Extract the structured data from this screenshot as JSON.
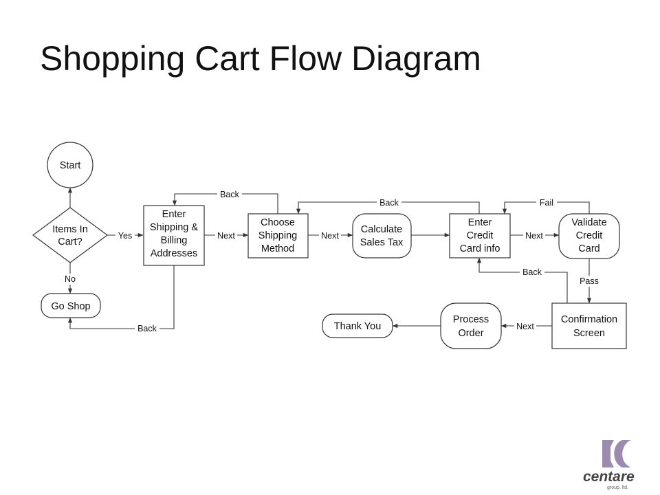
{
  "slide": {
    "title": "Shopping Cart Flow Diagram"
  },
  "diagram": {
    "nodes": {
      "start": {
        "label": "Start",
        "shape": "circle"
      },
      "items_in_cart": {
        "label": [
          "Items In",
          "Cart?"
        ],
        "shape": "diamond"
      },
      "go_shop": {
        "label": "Go Shop",
        "shape": "rounded-rectangle"
      },
      "enter_shipping": {
        "label": [
          "Enter",
          "Shipping &",
          "Billing",
          "Addresses"
        ],
        "shape": "rectangle"
      },
      "choose_shipping": {
        "label": [
          "Choose",
          "Shipping",
          "Method"
        ],
        "shape": "rectangle"
      },
      "calculate_tax": {
        "label": [
          "Calculate",
          "Sales Tax"
        ],
        "shape": "rounded-rectangle"
      },
      "enter_credit": {
        "label": [
          "Enter",
          "Credit",
          "Card info"
        ],
        "shape": "rectangle"
      },
      "validate_credit": {
        "label": [
          "Validate",
          "Credit",
          "Card"
        ],
        "shape": "rounded-rectangle"
      },
      "confirmation": {
        "label": [
          "Confirmation",
          "Screen"
        ],
        "shape": "rectangle"
      },
      "process_order": {
        "label": [
          "Process",
          "Order"
        ],
        "shape": "rounded-rectangle"
      },
      "thank_you": {
        "label": "Thank You",
        "shape": "rounded-rectangle"
      }
    },
    "edges": [
      {
        "from": "items_in_cart",
        "to": "start",
        "label": ""
      },
      {
        "from": "items_in_cart",
        "to": "enter_shipping",
        "label": "Yes"
      },
      {
        "from": "items_in_cart",
        "to": "go_shop",
        "label": "No"
      },
      {
        "from": "enter_shipping",
        "to": "go_shop",
        "label": "Back"
      },
      {
        "from": "enter_shipping",
        "to": "choose_shipping",
        "label": "Next"
      },
      {
        "from": "choose_shipping",
        "to": "enter_shipping",
        "label": "Back"
      },
      {
        "from": "choose_shipping",
        "to": "calculate_tax",
        "label": "Next"
      },
      {
        "from": "calculate_tax",
        "to": "enter_credit",
        "label": ""
      },
      {
        "from": "enter_credit",
        "to": "choose_shipping",
        "label": "Back"
      },
      {
        "from": "enter_credit",
        "to": "validate_credit",
        "label": "Next"
      },
      {
        "from": "validate_credit",
        "to": "enter_credit",
        "label": "Fail"
      },
      {
        "from": "validate_credit",
        "to": "confirmation",
        "label": "Pass"
      },
      {
        "from": "confirmation",
        "to": "enter_credit",
        "label": "Back"
      },
      {
        "from": "confirmation",
        "to": "process_order",
        "label": "Next"
      },
      {
        "from": "process_order",
        "to": "thank_you",
        "label": ""
      }
    ]
  },
  "logo": {
    "text": "centare",
    "subtext": "group, ltd.",
    "accent_color": "#9b8bae",
    "text_color": "#444444"
  },
  "colors": {
    "stroke": "#333333",
    "background": "#ffffff",
    "text": "#111111"
  }
}
